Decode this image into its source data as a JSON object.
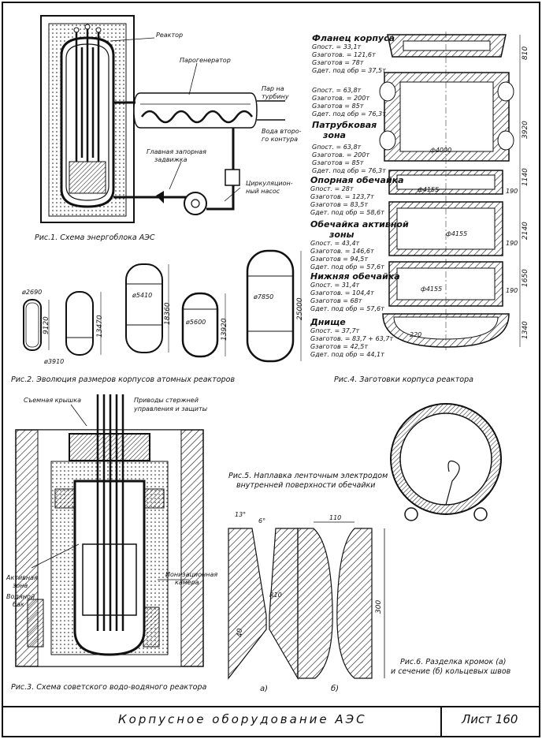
{
  "fig1": {
    "caption": "Рис.1. Схема энергоблока АЭС",
    "labels": {
      "reactor": "Реактор",
      "steam_generator": "Парогенератор",
      "steam_to_turbine_1": "Пар на",
      "steam_to_turbine_2": "турбину",
      "water_1": "Вода второ-",
      "water_2": "го контура",
      "valve_1": "Главная запорная",
      "valve_2": "задвижка",
      "pump_1": "Циркуляцион-",
      "pump_2": "ный насос"
    }
  },
  "fig2": {
    "caption": "Рис.2. Эволюция размеров корпусов атомных реакторов",
    "dims": [
      "ø2690",
      "9120",
      "ø3910",
      "13470",
      "ø5410",
      "18360",
      "ø5600",
      "13920",
      "ø7850",
      "25000"
    ]
  },
  "fig3": {
    "caption": "Рис.3. Схема советского водо-водяного реактора",
    "labels": {
      "cover": "Съемная крышка",
      "drives_1": "Приводы стержней",
      "drives_2": "управления и защиты",
      "core_1": "Активная",
      "core_2": "зона",
      "tank_1": "Водяной",
      "tank_2": "бак",
      "chamber_1": "Ионизационная",
      "chamber_2": "камера"
    }
  },
  "fig4": {
    "caption": "Рис.4. Заготовки корпуса реактора",
    "sections": [
      {
        "title": [
          "Фланец корпуса"
        ],
        "lines": [
          "Gпост. = 33,1т",
          "Gзаготов. = 121,6т",
          "Gзаготов = 78т",
          "Gдет. под обр = 37,5т"
        ],
        "height": "810"
      },
      {
        "title": [
          "Патрубковая",
          "зона"
        ],
        "lines": [
          "Gпост. = 63,8т",
          "Gзаготов. = 200т",
          "Gзаготов = 85т",
          "Gдет. под обр = 76,3т"
        ],
        "height": "3920",
        "dia": "ф4000"
      },
      {
        "title": [],
        "lines": [
          "Gпост. = 63,8т",
          "Gзаготов. = 200т",
          "Gзаготов = 85т",
          "Gдет. под обр = 76,3т"
        ],
        "height": "1140",
        "dia": "ф4155",
        "wall": "190"
      },
      {
        "title": [
          "Опорная обечайка"
        ],
        "lines": [
          "Gпост. = 28т",
          "Gзаготов. = 123,7т",
          "Gзаготов = 83,5т",
          "Gдет. под обр = 58,6т"
        ],
        "height": "2140",
        "dia": "ф4155",
        "wall": "190"
      },
      {
        "title": [
          "Обечайка активной",
          "зоны"
        ],
        "lines": [
          "Gпост. = 43,4т",
          "Gзаготов. = 146,6т",
          "Gзаготов = 94,5т",
          "Gдет. под обр = 57,6т"
        ],
        "height": "1650",
        "dia": "ф4155",
        "wall": "190"
      },
      {
        "title": [
          "Нижняя обечайка"
        ],
        "lines": [
          "Gпост. = 31,4т",
          "Gзаготов. = 104,4т",
          "Gзаготов = 68т",
          "Gдет. под обр = 57,6т"
        ]
      },
      {
        "title": [
          "Днище"
        ],
        "lines": [
          "Gпост. = 37,7т",
          "Gзаготов. = 83,7 + 63,7т",
          "Gзаготов = 42,5т",
          "Gдет. под обр = 44,1т"
        ],
        "height": "1340",
        "wall": "220"
      }
    ]
  },
  "fig5": {
    "caption_1": "Рис.5. Наплавка ленточным электродом",
    "caption_2": "внутренней поверхности обечайки"
  },
  "fig6": {
    "caption_1": "Рис.6. Разделка кромок (а)",
    "caption_2": "и сечение (б) кольцевых швов",
    "angle_1": "13°",
    "angle_2": "6°",
    "radius": "R10",
    "root": "40",
    "width": "110",
    "depth": "300",
    "label_a": "а)",
    "label_b": "б)"
  },
  "footer": {
    "title": "Корпусное оборудование АЭС",
    "sheet": "Лист 160"
  }
}
